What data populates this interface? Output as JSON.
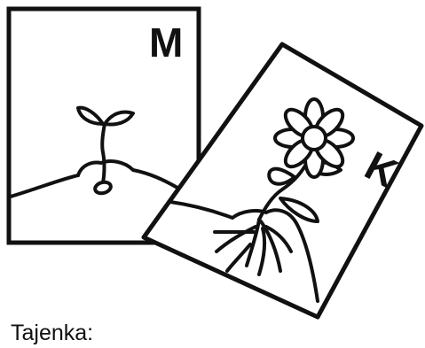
{
  "cards": {
    "left": {
      "letter": "M"
    },
    "right": {
      "letter": "K"
    }
  },
  "caption": {
    "label": "Tajenka:"
  },
  "colors": {
    "ink": "#111111",
    "paper": "#ffffff"
  }
}
